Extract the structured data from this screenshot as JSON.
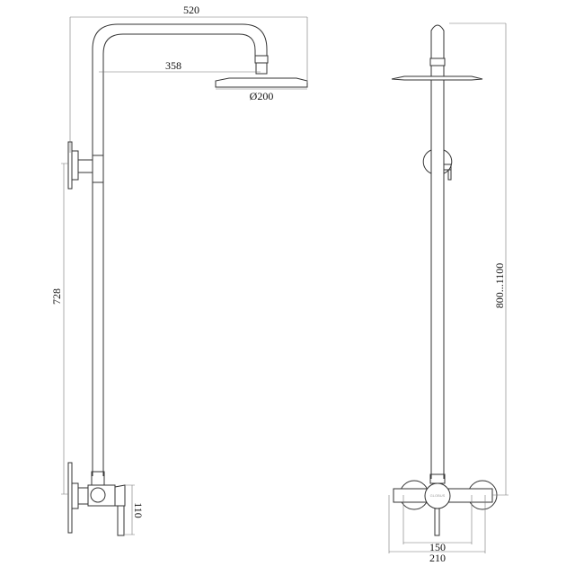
{
  "dimensions": {
    "total_width": "520",
    "arm_reach": "358",
    "head_diameter": "Ø200",
    "riser_length": "728",
    "mixer_height": "110",
    "height_range": "800...1100",
    "inlet_spacing": "150",
    "mixer_width": "210"
  },
  "brand": "GLOBUS"
}
